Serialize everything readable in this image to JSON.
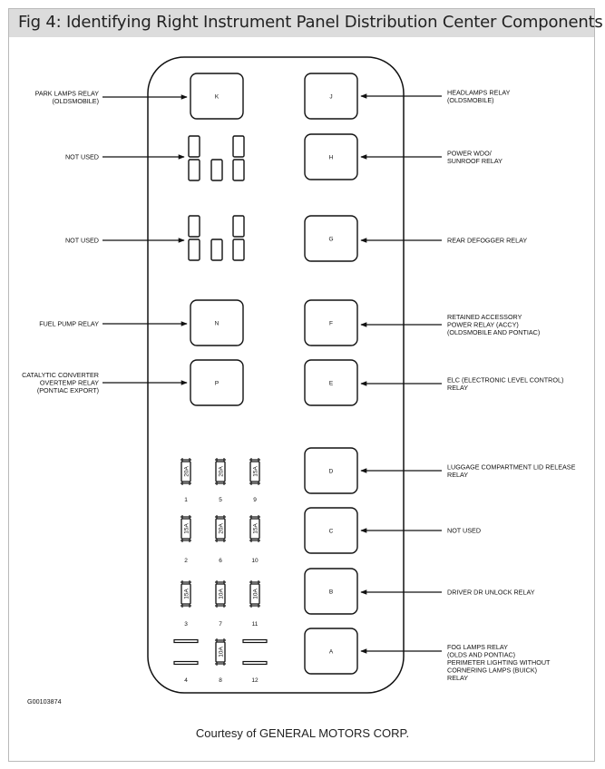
{
  "title": "Fig 4: Identifying Right Instrument Panel Distribution Center Components",
  "credit": "Courtesy of GENERAL MOTORS CORP.",
  "code": "G00103874",
  "left_callouts": [
    [
      "PARK LAMPS RELAY",
      "(OLDSMOBILE)"
    ],
    [
      "NOT USED"
    ],
    [
      "NOT USED"
    ],
    [
      "FUEL PUMP RELAY"
    ],
    [
      "CATALYTIC CONVERTER",
      "OVERTEMP RELAY",
      "(PONTIAC EXPORT)"
    ]
  ],
  "right_callouts": [
    [
      "HEADLAMPS RELAY",
      "(OLDSMOBILE)"
    ],
    [
      "POWER WDO/",
      "SUNROOF RELAY"
    ],
    [
      "REAR DEFOGGER RELAY"
    ],
    [
      "RETAINED ACCESSORY",
      "POWER RELAY (ACCY)",
      "(OLDSMOBILE AND PONTIAC)"
    ],
    [
      "ELC (ELECTRONIC LEVEL CONTROL)",
      "RELAY"
    ],
    [
      "LUGGAGE COMPARTMENT LID RELEASE",
      "RELAY"
    ],
    [
      "NOT USED"
    ],
    [
      "DRIVER DR UNLOCK RELAY"
    ],
    [
      "FOG LAMPS RELAY",
      "(OLDS AND PONTIAC)",
      "PERIMETER LIGHTING WITHOUT",
      "CORNERING LAMPS (BUICK)",
      "RELAY"
    ]
  ],
  "relays_left": [
    "K",
    "N",
    "P"
  ],
  "relays_right": [
    "J",
    "H",
    "G",
    "F",
    "E",
    "D",
    "C",
    "B",
    "A"
  ],
  "fuses": [
    {
      "num": "1",
      "rating": "20A"
    },
    {
      "num": "5",
      "rating": "20A"
    },
    {
      "num": "9",
      "rating": "15A"
    },
    {
      "num": "2",
      "rating": "15A"
    },
    {
      "num": "6",
      "rating": "20A"
    },
    {
      "num": "10",
      "rating": "15A"
    },
    {
      "num": "3",
      "rating": "15A"
    },
    {
      "num": "7",
      "rating": "10A"
    },
    {
      "num": "11",
      "rating": "10A"
    },
    {
      "num": "4",
      "rating": ""
    },
    {
      "num": "8",
      "rating": "10A"
    },
    {
      "num": "12",
      "rating": ""
    }
  ]
}
